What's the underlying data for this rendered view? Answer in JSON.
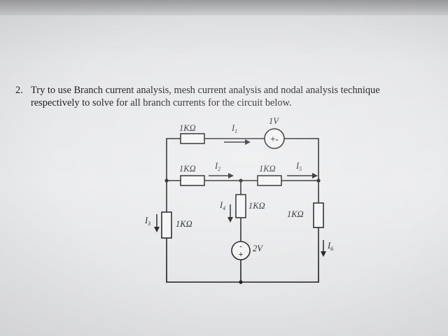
{
  "question": {
    "number": "2.",
    "line1": "Try to use Branch current analysis, mesh current analysis and nodal analysis technique",
    "line2": "respectively to solve for all branch currents for the circuit below."
  },
  "circuit": {
    "resistor_top": "1KΩ",
    "resistor_mid_left": "1KΩ",
    "resistor_mid_right": "1KΩ",
    "resistor_center": "1KΩ",
    "resistor_left": "1KΩ",
    "resistor_right": "1KΩ",
    "source_top_value": "1V",
    "source_top_polarity": "+-",
    "source_bottom_value": "2V",
    "source_bottom_minus": "-",
    "source_bottom_plus": "+",
    "currents": {
      "i1": {
        "base": "I",
        "sub": "1"
      },
      "i2": {
        "base": "I",
        "sub": "2"
      },
      "i3": {
        "base": "I",
        "sub": "3"
      },
      "i4": {
        "base": "I",
        "sub": "4"
      },
      "i5": {
        "base": "I",
        "sub": "5"
      },
      "i6": {
        "base": "I",
        "sub": "6"
      }
    }
  }
}
